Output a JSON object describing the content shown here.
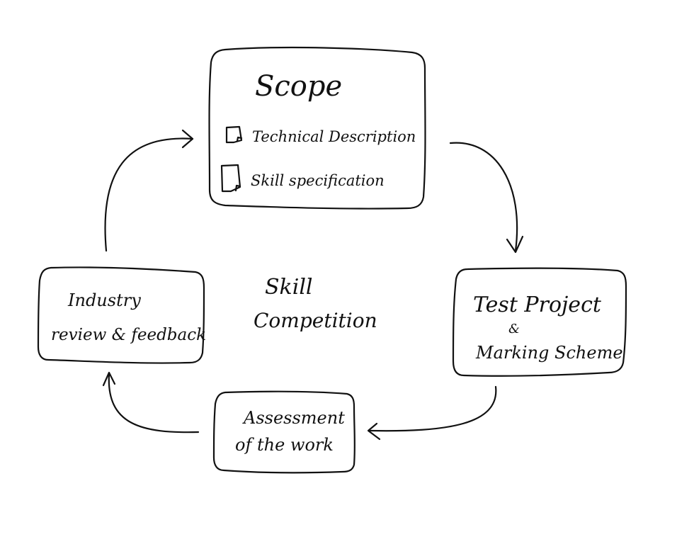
{
  "diagram": {
    "center_label": {
      "line1": "Skill",
      "line2": "Competition"
    },
    "nodes": {
      "scope": {
        "title": "Scope",
        "items": [
          {
            "label": "Technical Description",
            "icon": "document-icon"
          },
          {
            "label": "Skill specification",
            "icon": "document-icon"
          }
        ]
      },
      "test_project": {
        "line1": "Test Project",
        "line2": "&",
        "line3": "Marking Scheme"
      },
      "assessment": {
        "line1": "Assessment",
        "line2": "of the work"
      },
      "industry": {
        "line1": "Industry",
        "line2": "review & feedback"
      }
    },
    "flow": [
      "scope -> test_project",
      "test_project -> assessment",
      "assessment -> industry",
      "industry -> scope"
    ]
  }
}
